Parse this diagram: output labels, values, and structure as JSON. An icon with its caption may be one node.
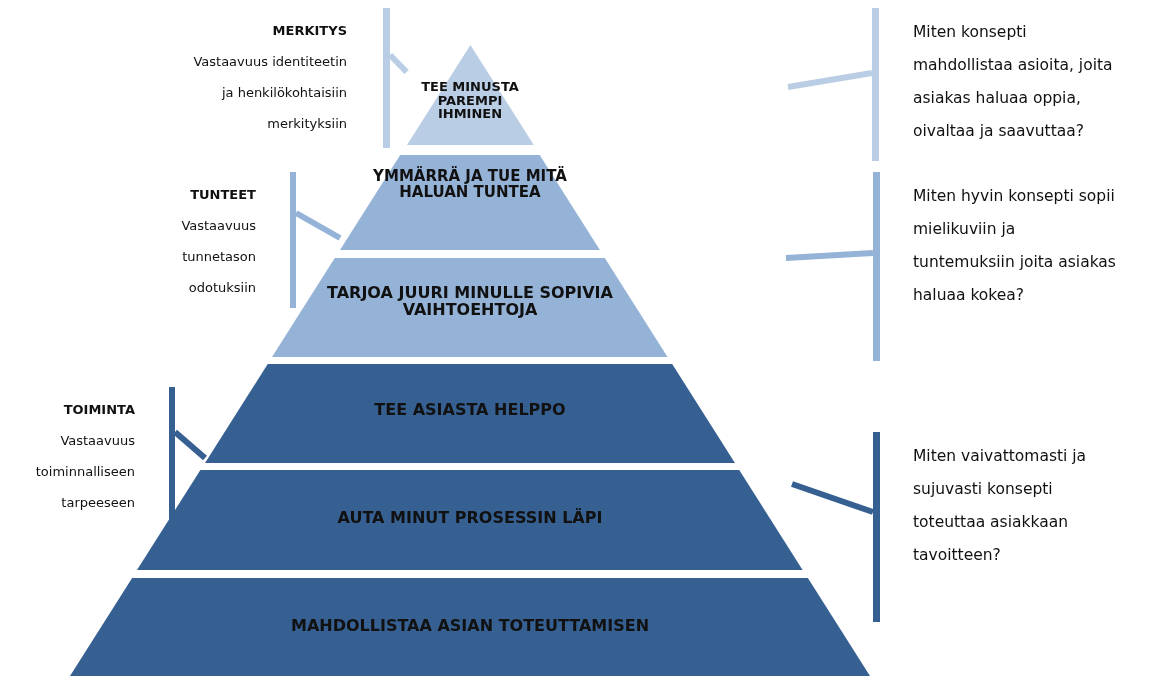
{
  "diagram": {
    "nodes": [
      {
        "text": [
          "MERKITYS",
          "Vastaavuus identiteetin ja henkilökohtaisiin merkityksiin"
        ]
      },
      {
        "text": [
          "TEE MINUSTA PAREMPI IHMINEN"
        ]
      },
      {
        "text": [
          "Miten konsepti mahdollistaa asioita, joita asiakas haluaa oppia, oivaltaa ja saavuttaa?"
        ]
      },
      {
        "text": [
          "TUNTEET",
          "Vastaavuus tunnetason odotuksiin"
        ]
      },
      {
        "text": [
          "YMMÄRRÄ JA TUE MITÄ HALUAN TUNTEA"
        ]
      },
      {
        "text": [
          "Miten hyvin konsepti sopii mielikuviin ja tuntemuksiin joita asiakas haluaa kokea?"
        ]
      },
      {
        "text": [
          "TARJOA JUURI MINULLE SOPIVIA VAIHTOEHTOJA"
        ]
      },
      {
        "text": [
          "TOIMINTA",
          "Vastaavuus toiminnalliseen tarpeeseen"
        ]
      },
      {
        "text": [
          "TEE ASIASTA HELPPO"
        ]
      },
      {
        "text": [
          "Miten vaivattomasti ja sujuvasti konsepti toteuttaa asiakkaan tavoitteen?"
        ]
      },
      {
        "text": [
          "AUTA MINUT PROSESSIN LÄPI"
        ]
      },
      {
        "text": [
          "MAHDOLLISTAA ASIAN TOTEUTTAMISEN"
        ]
      }
    ],
    "edges": [
      {
        "from": 0,
        "to": 1,
        "arrow": "none",
        "color": "#b9cde5"
      },
      {
        "from": 2,
        "to": null,
        "arrow": "none",
        "color": "#b9cde5"
      },
      {
        "from": 3,
        "to": 4,
        "arrow": "none",
        "color": "#95b3d7"
      },
      {
        "from": 5,
        "to": null,
        "arrow": "none",
        "color": "#95b3d7"
      },
      {
        "from": 7,
        "to": 8,
        "arrow": "none",
        "color": "#376092"
      },
      {
        "from": 9,
        "to": null,
        "arrow": "none",
        "color": "#376092"
      }
    ]
  }
}
